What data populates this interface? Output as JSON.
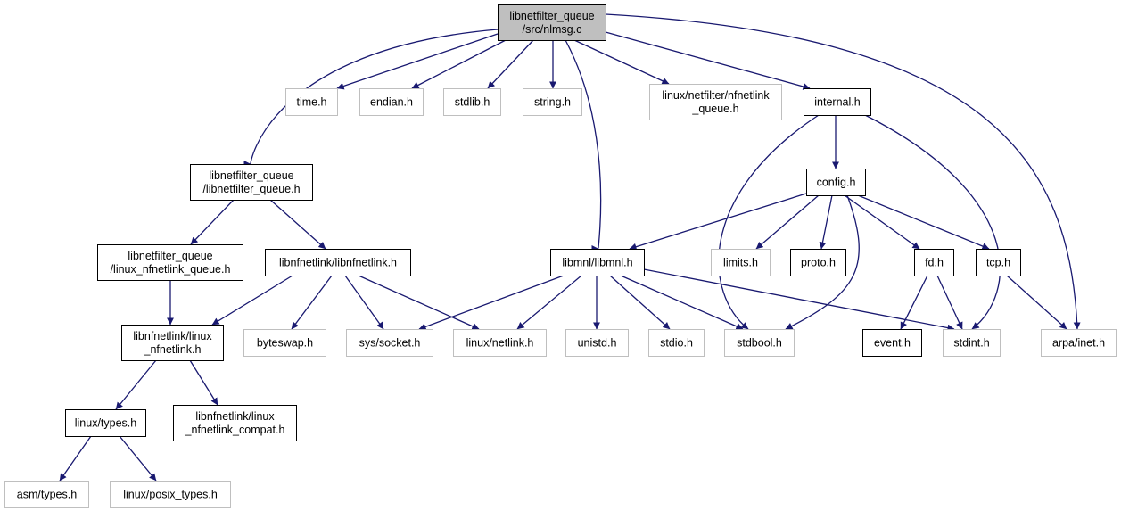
{
  "colors": {
    "edge": "#191970",
    "root_fill": "#bfbfbf",
    "documented_border": "#000000",
    "external_border": "#bfbfbf"
  },
  "nodes": {
    "root": {
      "lines": [
        "libnetfilter_queue",
        "/src/nlmsg.c"
      ],
      "kind": "main"
    },
    "time_h": {
      "lines": [
        "time.h"
      ],
      "kind": "ext"
    },
    "endian_h": {
      "lines": [
        "endian.h"
      ],
      "kind": "ext"
    },
    "stdlib_h": {
      "lines": [
        "stdlib.h"
      ],
      "kind": "ext"
    },
    "string_h": {
      "lines": [
        "string.h"
      ],
      "kind": "ext"
    },
    "nfnetlink_queue_h": {
      "lines": [
        "linux/netfilter/nfnetlink",
        "_queue.h"
      ],
      "kind": "ext"
    },
    "internal_h": {
      "lines": [
        "internal.h"
      ],
      "kind": "doc"
    },
    "libnetfilter_queue_h": {
      "lines": [
        "libnetfilter_queue",
        "/libnetfilter_queue.h"
      ],
      "kind": "doc"
    },
    "config_h": {
      "lines": [
        "config.h"
      ],
      "kind": "doc"
    },
    "linux_nfnetlink_queue_h": {
      "lines": [
        "libnetfilter_queue",
        "/linux_nfnetlink_queue.h"
      ],
      "kind": "doc"
    },
    "libnfnetlink_h": {
      "lines": [
        "libnfnetlink/libnfnetlink.h"
      ],
      "kind": "doc"
    },
    "libmnl_h": {
      "lines": [
        "libmnl/libmnl.h"
      ],
      "kind": "doc"
    },
    "limits_h": {
      "lines": [
        "limits.h"
      ],
      "kind": "ext"
    },
    "proto_h": {
      "lines": [
        "proto.h"
      ],
      "kind": "doc"
    },
    "fd_h": {
      "lines": [
        "fd.h"
      ],
      "kind": "doc"
    },
    "tcp_h": {
      "lines": [
        "tcp.h"
      ],
      "kind": "doc"
    },
    "linux_nfnetlink_h": {
      "lines": [
        "libnfnetlink/linux",
        "_nfnetlink.h"
      ],
      "kind": "doc"
    },
    "byteswap_h": {
      "lines": [
        "byteswap.h"
      ],
      "kind": "ext"
    },
    "sys_socket_h": {
      "lines": [
        "sys/socket.h"
      ],
      "kind": "ext"
    },
    "linux_netlink_h": {
      "lines": [
        "linux/netlink.h"
      ],
      "kind": "ext"
    },
    "unistd_h": {
      "lines": [
        "unistd.h"
      ],
      "kind": "ext"
    },
    "stdio_h": {
      "lines": [
        "stdio.h"
      ],
      "kind": "ext"
    },
    "stdbool_h": {
      "lines": [
        "stdbool.h"
      ],
      "kind": "ext"
    },
    "event_h": {
      "lines": [
        "event.h"
      ],
      "kind": "doc"
    },
    "stdint_h": {
      "lines": [
        "stdint.h"
      ],
      "kind": "ext"
    },
    "arpa_inet_h": {
      "lines": [
        "arpa/inet.h"
      ],
      "kind": "ext"
    },
    "linux_types_h": {
      "lines": [
        "linux/types.h"
      ],
      "kind": "doc"
    },
    "nfnetlink_compat_h": {
      "lines": [
        "libnfnetlink/linux",
        "_nfnetlink_compat.h"
      ],
      "kind": "doc"
    },
    "asm_types_h": {
      "lines": [
        "asm/types.h"
      ],
      "kind": "ext"
    },
    "posix_types_h": {
      "lines": [
        "linux/posix_types.h"
      ],
      "kind": "ext"
    }
  },
  "edges": [
    [
      "root",
      "time_h"
    ],
    [
      "root",
      "endian_h"
    ],
    [
      "root",
      "stdlib_h"
    ],
    [
      "root",
      "string_h"
    ],
    [
      "root",
      "nfnetlink_queue_h"
    ],
    [
      "root",
      "internal_h"
    ],
    [
      "root",
      "libnetfilter_queue_h"
    ],
    [
      "root",
      "libmnl_h"
    ],
    [
      "root",
      "arpa_inet_h"
    ],
    [
      "internal_h",
      "config_h"
    ],
    [
      "internal_h",
      "stdbool_h"
    ],
    [
      "internal_h",
      "stdint_h"
    ],
    [
      "config_h",
      "libmnl_h"
    ],
    [
      "config_h",
      "limits_h"
    ],
    [
      "config_h",
      "proto_h"
    ],
    [
      "config_h",
      "fd_h"
    ],
    [
      "config_h",
      "tcp_h"
    ],
    [
      "config_h",
      "stdbool_h"
    ],
    [
      "libnetfilter_queue_h",
      "linux_nfnetlink_queue_h"
    ],
    [
      "libnetfilter_queue_h",
      "libnfnetlink_h"
    ],
    [
      "linux_nfnetlink_queue_h",
      "linux_nfnetlink_h"
    ],
    [
      "libnfnetlink_h",
      "linux_nfnetlink_h"
    ],
    [
      "libnfnetlink_h",
      "byteswap_h"
    ],
    [
      "libnfnetlink_h",
      "sys_socket_h"
    ],
    [
      "libnfnetlink_h",
      "linux_netlink_h"
    ],
    [
      "libmnl_h",
      "sys_socket_h"
    ],
    [
      "libmnl_h",
      "linux_netlink_h"
    ],
    [
      "libmnl_h",
      "unistd_h"
    ],
    [
      "libmnl_h",
      "stdio_h"
    ],
    [
      "libmnl_h",
      "stdbool_h"
    ],
    [
      "libmnl_h",
      "stdint_h"
    ],
    [
      "fd_h",
      "event_h"
    ],
    [
      "fd_h",
      "stdint_h"
    ],
    [
      "tcp_h",
      "arpa_inet_h"
    ],
    [
      "linux_nfnetlink_h",
      "linux_types_h"
    ],
    [
      "linux_nfnetlink_h",
      "nfnetlink_compat_h"
    ],
    [
      "linux_types_h",
      "asm_types_h"
    ],
    [
      "linux_types_h",
      "posix_types_h"
    ]
  ]
}
